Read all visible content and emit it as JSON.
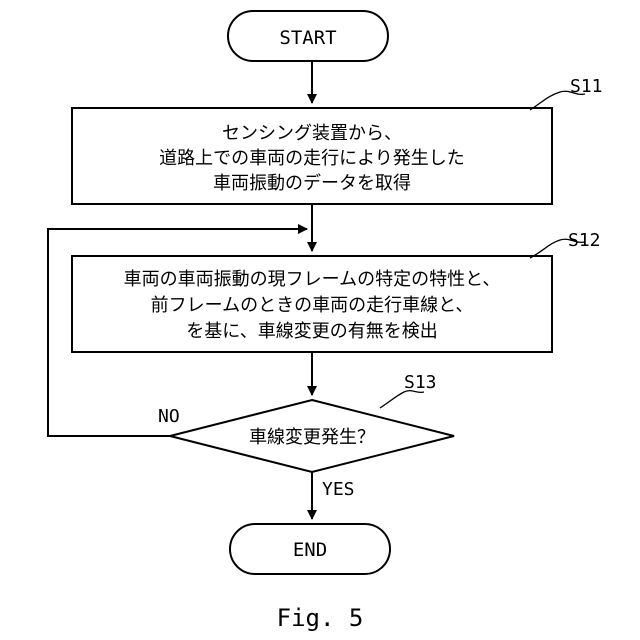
{
  "start_label": "START",
  "end_label": "END",
  "steps": [
    {
      "id": "S11",
      "lines": [
        "センシング装置から、",
        "道路上での車両の走行により発生した",
        "車両振動のデータを取得"
      ]
    },
    {
      "id": "S12",
      "lines": [
        "車両の車両振動の現フレームの特定の特性と、",
        "前フレームのときの車両の走行車線と、",
        "を基に、車線変更の有無を検出"
      ]
    }
  ],
  "decision": {
    "id": "S13",
    "text": "車線変更発生？",
    "no_label": "NO",
    "yes_label": "YES"
  },
  "caption": "Fig. 5"
}
